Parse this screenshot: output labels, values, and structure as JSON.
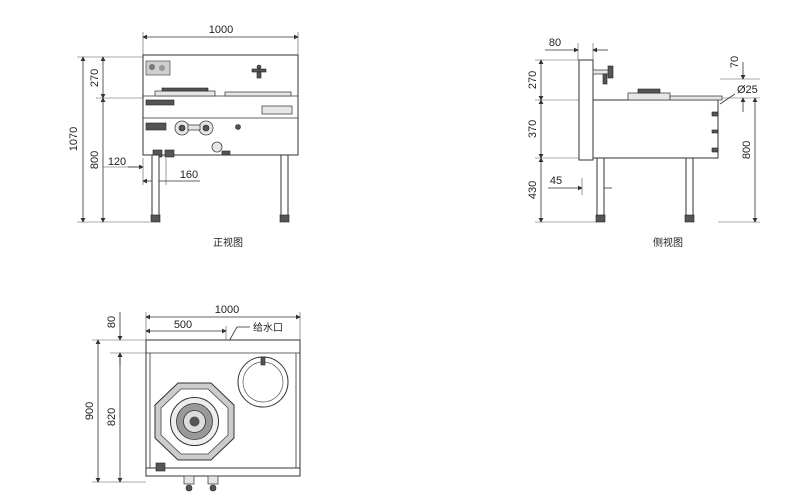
{
  "colors": {
    "line": "#333333",
    "background": "#ffffff"
  },
  "front": {
    "caption": "正视图",
    "dims": {
      "width": "1000",
      "total_height": "1070",
      "top": "270",
      "body": "800",
      "left_offset": "120",
      "knob_span": "160"
    }
  },
  "side": {
    "caption": "侧视图",
    "dims": {
      "pipe": "80",
      "spout": "70",
      "pipe_dia": "Ø25",
      "top": "270",
      "middle": "370",
      "bottom": "430",
      "leg_offset": "45",
      "height": "800"
    }
  },
  "top": {
    "dims": {
      "width": "1000",
      "half": "500",
      "back": "80",
      "depth": "900",
      "inner_depth": "820"
    },
    "water_inlet_label": "给水口"
  }
}
